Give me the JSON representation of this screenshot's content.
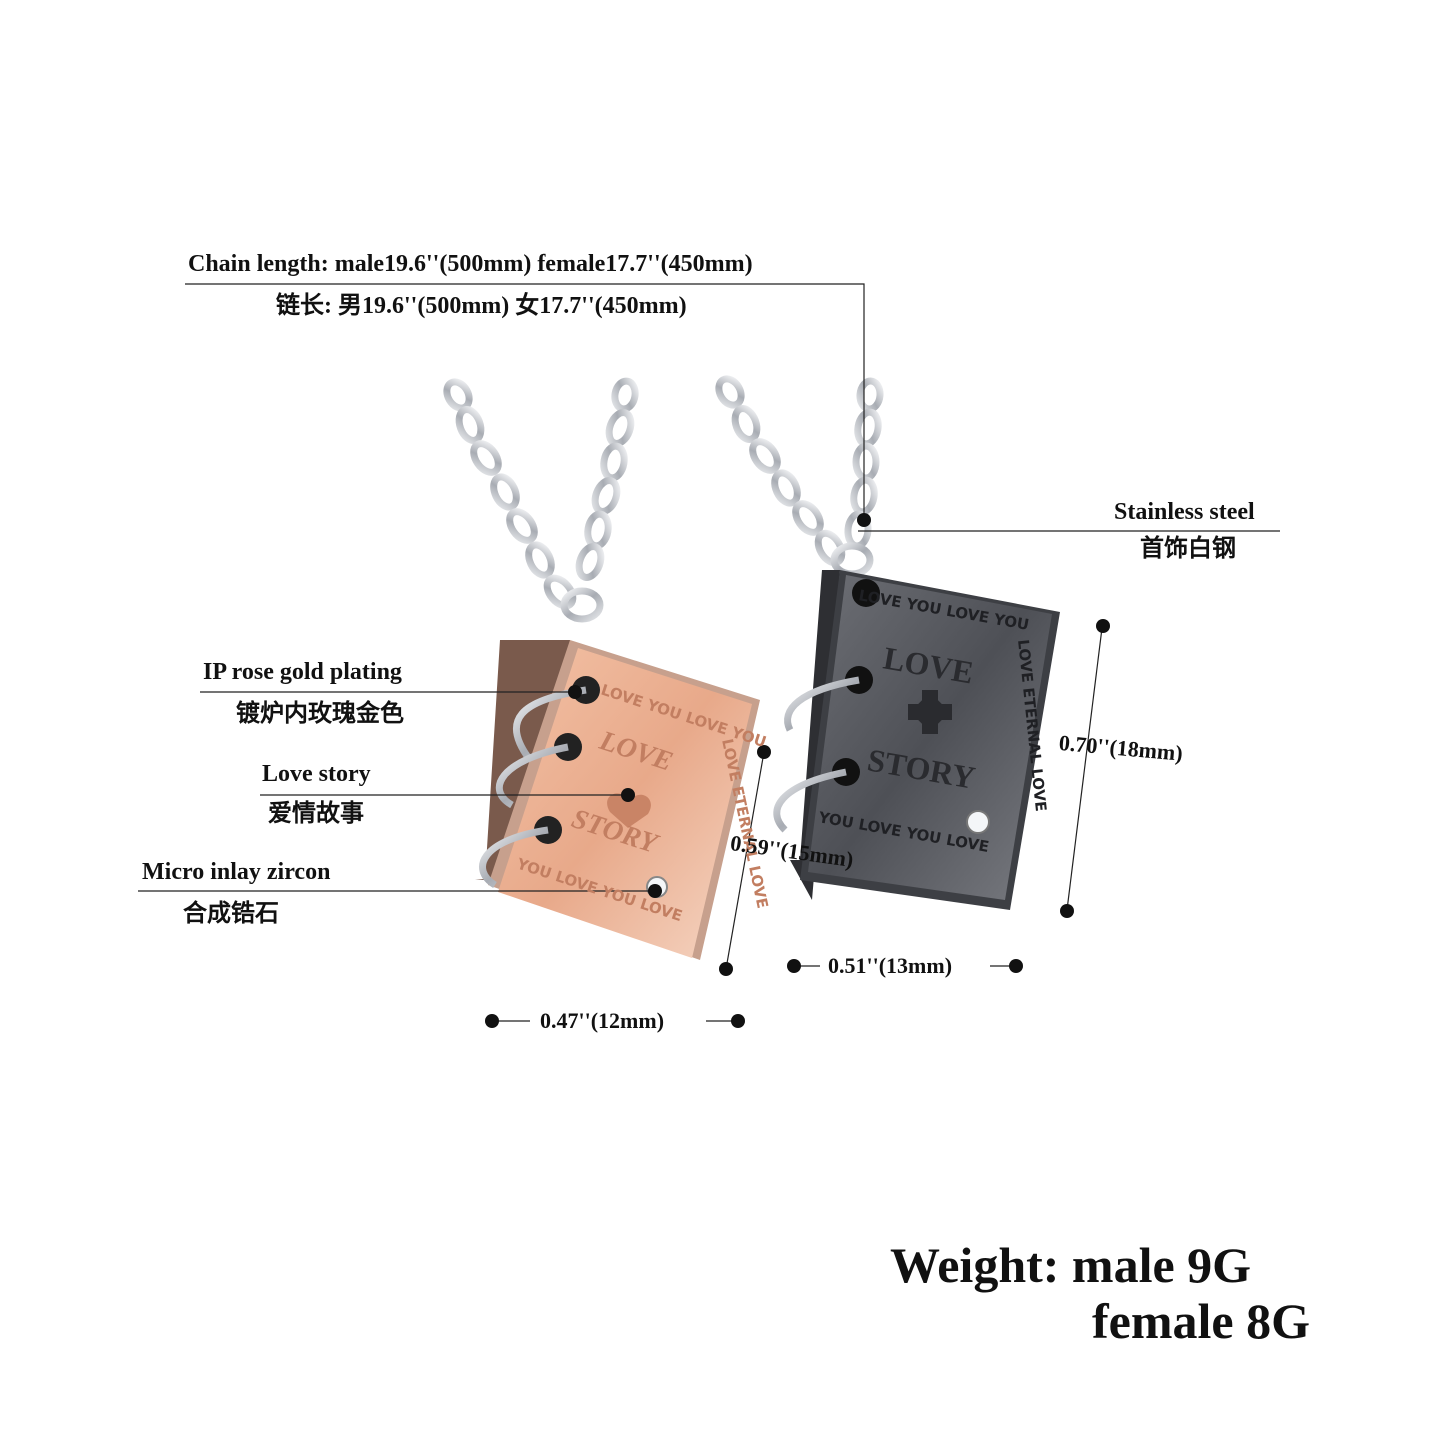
{
  "specs": {
    "chain_length_en": "Chain length:  male19.6''(500mm) female17.7''(450mm)",
    "chain_length_cn": "链长:  男19.6''(500mm) 女17.7''(450mm)",
    "stainless_en": "Stainless steel",
    "stainless_cn": "首饰白钢",
    "rose_gold_en": "IP rose gold plating",
    "rose_gold_cn": "镀炉内玫瑰金色",
    "love_story_en": "Love story",
    "love_story_cn": "爱情故事",
    "zircon_en": "Micro inlay zircon",
    "zircon_cn": "合成锆石"
  },
  "dimensions": {
    "female_height": "0.59''(15mm)",
    "female_width": "0.47''(12mm)",
    "male_height": "0.70''(18mm)",
    "male_width": "0.51''(13mm)"
  },
  "pendants": {
    "engraving_top": "LOVE YOU  LOVE YOU",
    "engraving_side": "LOVE ETERNAL LOVE",
    "engraving_bottom": "YOU LOVE  YOU LOVE",
    "title_line1": "LOVE",
    "title_line2": "STORY"
  },
  "weight": {
    "line1": "Weight: male 9G",
    "line2": "female 8G"
  },
  "colors": {
    "rose_gold": "#e8a98a",
    "gunmetal": "#5a5c62",
    "steel": "#c9ccd2"
  }
}
